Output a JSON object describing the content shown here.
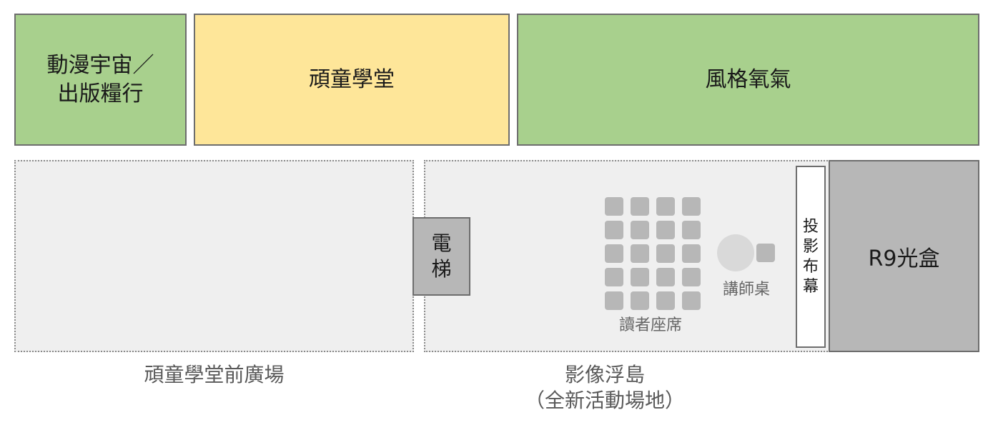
{
  "rooms": {
    "anime": {
      "line1": "動漫宇宙／",
      "line2": "出版糧行"
    },
    "kids": {
      "label": "頑童學堂"
    },
    "style": {
      "label": "風格氧氣"
    }
  },
  "elevator": {
    "chars": [
      "電",
      "梯"
    ]
  },
  "seating": {
    "label": "讀者座席",
    "rows": 5,
    "cols": 4
  },
  "podium": {
    "label": "講師桌"
  },
  "screen": {
    "chars": [
      "投",
      "影",
      "布",
      "幕"
    ]
  },
  "lightbox": {
    "label": "R9光盒"
  },
  "captions": {
    "plaza": "頑童學堂前廣場",
    "island_line1": "影像浮島",
    "island_line2": "（全新活動場地）"
  },
  "colors": {
    "green": "#a8d08d",
    "yellow": "#fee699",
    "zone": "#efefef",
    "gray": "#b7b7b7"
  }
}
